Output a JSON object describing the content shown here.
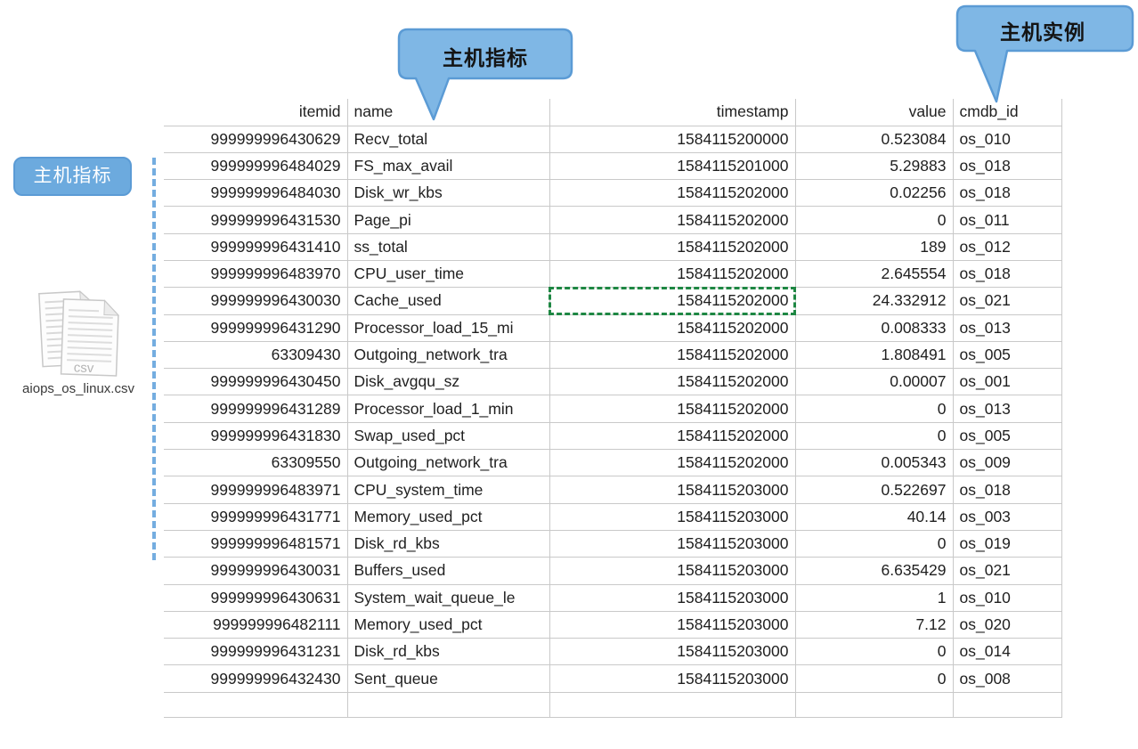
{
  "annotations": {
    "top_callout_label": "主机指标",
    "right_callout_label": "主机实例",
    "side_label": "主机指标",
    "file_label": "aiops_os_linux.csv",
    "file_badge": "csv"
  },
  "colors": {
    "bubble_fill": "#7FB7E5",
    "bubble_border": "#5B9BD5",
    "side_label_fill": "#6CAADE",
    "dashed_line": "#74ADE0",
    "selection_border": "#1E8743",
    "gridline": "#C9C9C9"
  },
  "table": {
    "columns": [
      {
        "key": "itemid",
        "label": "itemid",
        "align": "right"
      },
      {
        "key": "name",
        "label": "name",
        "align": "left"
      },
      {
        "key": "timestamp",
        "label": "timestamp",
        "align": "right"
      },
      {
        "key": "value",
        "label": "value",
        "align": "right"
      },
      {
        "key": "cmdb_id",
        "label": "cmdb_id",
        "align": "left"
      }
    ],
    "rows": [
      {
        "itemid": "999999996430629",
        "name": "Recv_total",
        "timestamp": "1584115200000",
        "value": "0.523084",
        "cmdb_id": "os_010"
      },
      {
        "itemid": "999999996484029",
        "name": "FS_max_avail",
        "timestamp": "1584115201000",
        "value": "5.29883",
        "cmdb_id": "os_018"
      },
      {
        "itemid": "999999996484030",
        "name": "Disk_wr_kbs",
        "timestamp": "1584115202000",
        "value": "0.02256",
        "cmdb_id": "os_018"
      },
      {
        "itemid": "999999996431530",
        "name": "Page_pi",
        "timestamp": "1584115202000",
        "value": "0",
        "cmdb_id": "os_011"
      },
      {
        "itemid": "999999996431410",
        "name": "ss_total",
        "timestamp": "1584115202000",
        "value": "189",
        "cmdb_id": "os_012"
      },
      {
        "itemid": "999999996483970",
        "name": "CPU_user_time",
        "timestamp": "1584115202000",
        "value": "2.645554",
        "cmdb_id": "os_018"
      },
      {
        "itemid": "999999996430030",
        "name": "Cache_used",
        "timestamp": "1584115202000",
        "value": "24.332912",
        "cmdb_id": "os_021"
      },
      {
        "itemid": "999999996431290",
        "name": "Processor_load_15_mi",
        "timestamp": "1584115202000",
        "value": "0.008333",
        "cmdb_id": "os_013"
      },
      {
        "itemid": "63309430",
        "name": "Outgoing_network_tra",
        "timestamp": "1584115202000",
        "value": "1.808491",
        "cmdb_id": "os_005"
      },
      {
        "itemid": "999999996430450",
        "name": "Disk_avgqu_sz",
        "timestamp": "1584115202000",
        "value": "0.00007",
        "cmdb_id": "os_001"
      },
      {
        "itemid": "999999996431289",
        "name": "Processor_load_1_min",
        "timestamp": "1584115202000",
        "value": "0",
        "cmdb_id": "os_013"
      },
      {
        "itemid": "999999996431830",
        "name": "Swap_used_pct",
        "timestamp": "1584115202000",
        "value": "0",
        "cmdb_id": "os_005"
      },
      {
        "itemid": "63309550",
        "name": "Outgoing_network_tra",
        "timestamp": "1584115202000",
        "value": "0.005343",
        "cmdb_id": "os_009"
      },
      {
        "itemid": "999999996483971",
        "name": "CPU_system_time",
        "timestamp": "1584115203000",
        "value": "0.522697",
        "cmdb_id": "os_018"
      },
      {
        "itemid": "999999996431771",
        "name": "Memory_used_pct",
        "timestamp": "1584115203000",
        "value": "40.14",
        "cmdb_id": "os_003"
      },
      {
        "itemid": "999999996481571",
        "name": "Disk_rd_kbs",
        "timestamp": "1584115203000",
        "value": "0",
        "cmdb_id": "os_019"
      },
      {
        "itemid": "999999996430031",
        "name": "Buffers_used",
        "timestamp": "1584115203000",
        "value": "6.635429",
        "cmdb_id": "os_021"
      },
      {
        "itemid": "999999996430631",
        "name": "System_wait_queue_le",
        "timestamp": "1584115203000",
        "value": "1",
        "cmdb_id": "os_010"
      },
      {
        "itemid": "999999996482111",
        "name": "Memory_used_pct",
        "timestamp": "1584115203000",
        "value": "7.12",
        "cmdb_id": "os_020"
      },
      {
        "itemid": "999999996431231",
        "name": "Disk_rd_kbs",
        "timestamp": "1584115203000",
        "value": "0",
        "cmdb_id": "os_014"
      },
      {
        "itemid": "999999996432430",
        "name": "Sent_queue",
        "timestamp": "1584115203000",
        "value": "0",
        "cmdb_id": "os_008"
      }
    ],
    "selection": {
      "row_index": 6,
      "column_key": "timestamp"
    }
  }
}
